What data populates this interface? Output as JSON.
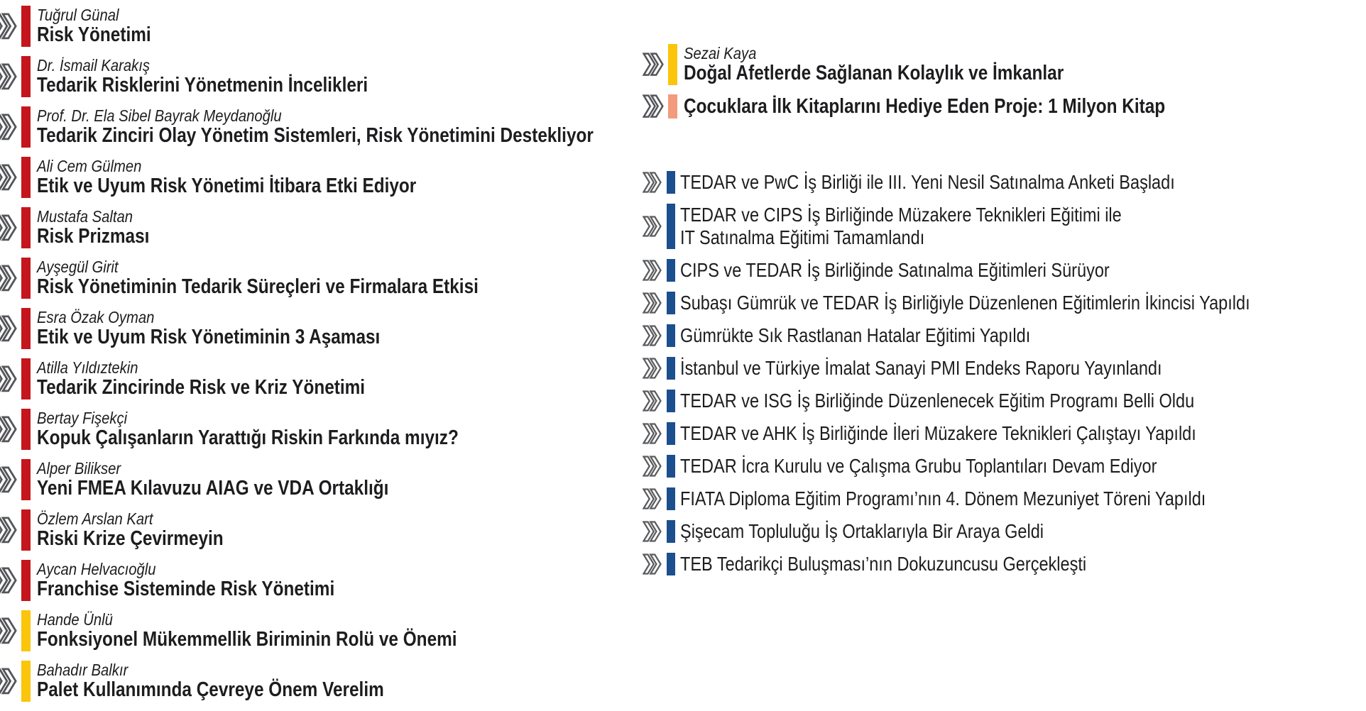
{
  "palette": {
    "red": "#c4161c",
    "yellow": "#fac50b",
    "salmon": "#f29b7d",
    "navy": "#1b4f8e",
    "chevron_gray": "#54555a",
    "text": "#1d1c1e"
  },
  "icons": {
    "bullet": "double-chevron-icon"
  },
  "left_column": {
    "entries": [
      {
        "author": "Tuğrul Günal",
        "title": "Risk Yönetimi",
        "bar": "#c4161c"
      },
      {
        "author": "Dr. İsmail Karakış",
        "title": "Tedarik Risklerini Yönetmenin İncelikleri",
        "bar": "#c4161c"
      },
      {
        "author": "Prof. Dr. Ela Sibel Bayrak Meydanoğlu",
        "title": "Tedarik Zinciri Olay Yönetim Sistemleri, Risk Yönetimini Destekliyor",
        "bar": "#c4161c"
      },
      {
        "author": "Ali Cem Gülmen",
        "title": "Etik ve Uyum Risk Yönetimi İtibara Etki Ediyor",
        "bar": "#c4161c"
      },
      {
        "author": "Mustafa Saltan",
        "title": "Risk Prizması",
        "bar": "#c4161c"
      },
      {
        "author": "Ayşegül Girit",
        "title": "Risk Yönetiminin Tedarik Süreçleri ve Firmalara Etkisi",
        "bar": "#c4161c"
      },
      {
        "author": "Esra Özak Oyman",
        "title": "Etik ve Uyum Risk Yönetiminin 3 Aşaması",
        "bar": "#c4161c"
      },
      {
        "author": "Atilla Yıldıztekin",
        "title": "Tedarik Zincirinde Risk ve Kriz Yönetimi",
        "bar": "#c4161c"
      },
      {
        "author": "Bertay Fişekçi",
        "title": "Kopuk Çalışanların Yarattığı Riskin Farkında mıyız?",
        "bar": "#c4161c"
      },
      {
        "author": "Alper Bilikser",
        "title": "Yeni FMEA Kılavuzu AIAG ve VDA Ortaklığı",
        "bar": "#c4161c"
      },
      {
        "author": "Özlem Arslan Kart",
        "title": "Riski Krize Çevirmeyin",
        "bar": "#c4161c"
      },
      {
        "author": "Aycan Helvacıoğlu",
        "title": "Franchise Sisteminde Risk Yönetimi",
        "bar": "#c4161c"
      },
      {
        "author": "Hande Ünlü",
        "title": "Fonksiyonel Mükemmellik Biriminin Rolü ve Önemi",
        "bar": "#fac50b"
      },
      {
        "author": "Bahadır Balkır",
        "title": "Palet Kullanımında Çevreye Önem Verelim",
        "bar": "#fac50b"
      }
    ]
  },
  "right_column": {
    "featured": [
      {
        "author": "Sezai Kaya",
        "title": "Doğal Afetlerde Sağlanan Kolaylık ve İmkanlar",
        "bar": "#fac50b"
      },
      {
        "title": "Çocuklara İlk Kitaplarını Hediye Eden Proje: 1 Milyon Kitap",
        "bar": "#f29b7d",
        "single_line": true
      }
    ],
    "news": [
      {
        "title": "TEDAR ve PwC İş Birliği ile III. Yeni Nesil Satınalma Anketi Başladı",
        "bar": "#1b4f8e"
      },
      {
        "title": "TEDAR ve CIPS İş Birliğinde Müzakere Teknikleri Eğitimi ile",
        "title2": "IT Satınalma Eğitimi Tamamlandı",
        "bar": "#1b4f8e"
      },
      {
        "title": "CIPS ve TEDAR İş Birliğinde Satınalma Eğitimleri Sürüyor",
        "bar": "#1b4f8e"
      },
      {
        "title": "Subaşı Gümrük ve TEDAR İş Birliğiyle Düzenlenen Eğitimlerin İkincisi Yapıldı",
        "bar": "#1b4f8e"
      },
      {
        "title": "Gümrükte Sık Rastlanan Hatalar Eğitimi Yapıldı",
        "bar": "#1b4f8e"
      },
      {
        "title": "İstanbul ve Türkiye İmalat Sanayi PMI Endeks Raporu Yayınlandı",
        "bar": "#1b4f8e"
      },
      {
        "title": "TEDAR ve ISG İş Birliğinde Düzenlenecek Eğitim Programı Belli Oldu",
        "bar": "#1b4f8e"
      },
      {
        "title": "TEDAR ve AHK İş Birliğinde İleri Müzakere Teknikleri Çalıştayı Yapıldı",
        "bar": "#1b4f8e"
      },
      {
        "title": "TEDAR İcra Kurulu ve Çalışma Grubu Toplantıları Devam Ediyor",
        "bar": "#1b4f8e"
      },
      {
        "title": "FIATA Diploma Eğitim Programı’nın 4. Dönem Mezuniyet Töreni Yapıldı",
        "bar": "#1b4f8e"
      },
      {
        "title": "Şişecam Topluluğu İş Ortaklarıyla Bir Araya Geldi",
        "bar": "#1b4f8e"
      },
      {
        "title": "TEB Tedarikçi Buluşması’nın Dokuzuncusu Gerçekleşti",
        "bar": "#1b4f8e"
      }
    ]
  }
}
